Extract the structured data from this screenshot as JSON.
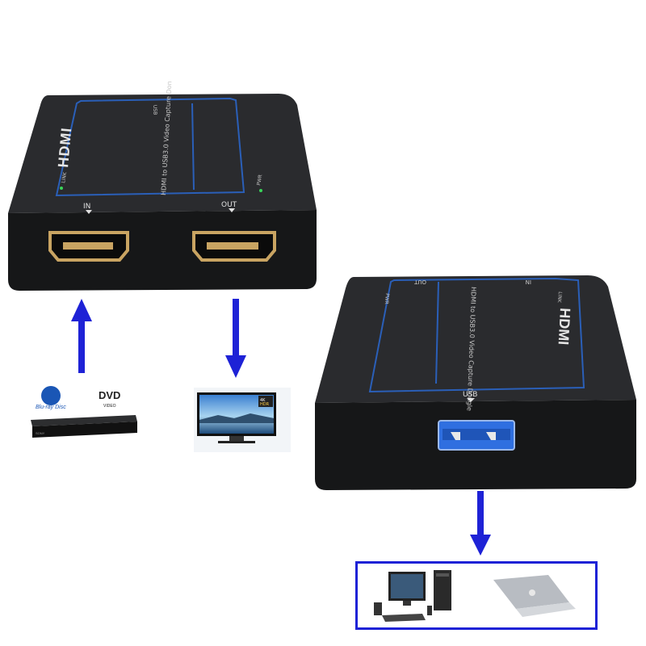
{
  "device": {
    "brand": "HDMI",
    "product_name": "HDMI to USB3.0 Video Capture Dongle",
    "port_in_label": "IN",
    "port_out_label": "OUT",
    "port_usb_label": "USB",
    "led_link_label": "LINK",
    "led_pwr_label": "PWR"
  },
  "sources": {
    "bluray_logo": "Blu-ray Disc",
    "dvd_logo": "DVD",
    "dvd_sub": "VIDEO",
    "player_brand": "SONY"
  },
  "display": {
    "badge_top": "4K",
    "badge_bottom": "HDR"
  },
  "colors": {
    "arrow": "#1e22d6",
    "device_body": "#1b1c1e",
    "accent_line": "#2a5fb8",
    "usb_port": "#2f6fe0",
    "hdmi_port": "#c9a462"
  },
  "icons": [
    "up-arrow-icon",
    "down-arrow-icon",
    "bluray-player-icon",
    "tv-icon",
    "desktop-pc-icon",
    "laptop-icon"
  ]
}
